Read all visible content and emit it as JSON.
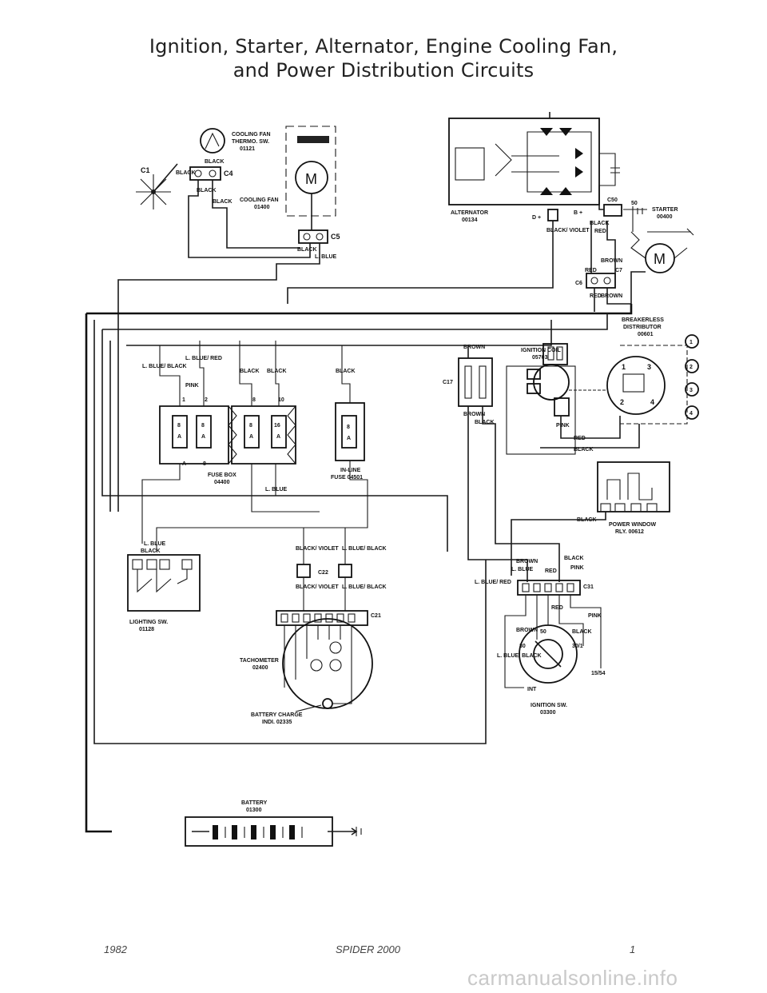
{
  "title": {
    "line1": "Ignition, Starter, Alternator, Engine Cooling Fan,",
    "line2": "and Power Distribution Circuits"
  },
  "components": {
    "cooling_fan_thermo": {
      "name": "COOLING FAN",
      "name2": "THERMO. SW.",
      "code": "01121"
    },
    "cooling_fan": {
      "name": "COOLING FAN",
      "code": "01400"
    },
    "alternator": {
      "name": "ALTERNATOR",
      "code": "00134"
    },
    "starter": {
      "name": "STARTER",
      "code": "00400"
    },
    "distributor": {
      "name": "BREAKERLESS",
      "name2": "DISTRIBUTOR",
      "code": "00601"
    },
    "ignition_coil": {
      "name": "IGNITION COIL",
      "code": "05703"
    },
    "fuse_box": {
      "name": "FUSE BOX",
      "code": "04400"
    },
    "inline_fuse": {
      "name": "IN-LINE",
      "name2": "FUSE 04501"
    },
    "power_window_relay": {
      "name": "POWER WINDOW",
      "name2": "RLY. 00612"
    },
    "lighting_switch": {
      "name": "LIGHTING SW.",
      "code": "01128"
    },
    "tachometer": {
      "name": "TACHOMETER",
      "code": "02400"
    },
    "battery_charge": {
      "name": "BATTERY CHARGE",
      "name2": "INDI. 02335"
    },
    "ignition_switch": {
      "name": "IGNITION SW.",
      "code": "03300"
    },
    "battery": {
      "name": "BATTERY",
      "code": "01300"
    }
  },
  "connectors": {
    "c1": "C1",
    "c4": "C4",
    "c5": "C5",
    "c6": "C6",
    "c7": "C7",
    "c17": "C17",
    "c21": "C21",
    "c22": "C22",
    "c31": "C31",
    "c50": "C50"
  },
  "wire_colors": {
    "black": "BLACK",
    "lblue": "L. BLUE",
    "lblue_black": "L. BLUE/ BLACK",
    "lblue_red": "L. BLUE/ RED",
    "black_violet": "BLACK/ VIOLET",
    "brown": "BROWN",
    "red": "RED",
    "pink": "PINK",
    "int": "INT"
  },
  "terminals": {
    "b_plus": "B +",
    "d_plus": "D +",
    "t50": "50",
    "t30": "30",
    "t301": "30/1",
    "t1554": "15/54",
    "fuse8": "8",
    "fuse10": "10",
    "fuse_a": "A",
    "fuse_16": "16",
    "fuse_1": "1",
    "fuse_2": "2"
  },
  "symbols": {
    "motor": "M",
    "dist_1": "1",
    "dist_2": "2",
    "dist_3": "3",
    "dist_4": "4"
  },
  "footer": {
    "year": "1982",
    "model": "SPIDER 2000",
    "page": "1"
  },
  "watermark": "carmanualsonline.info"
}
